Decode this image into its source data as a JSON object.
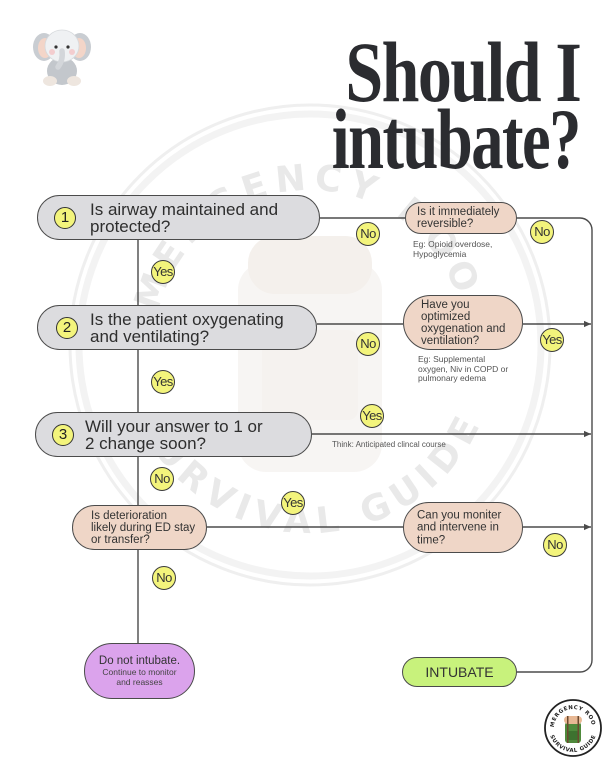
{
  "title": {
    "line1": "Should I",
    "line2": "intubate?"
  },
  "questions": [
    {
      "number": "1",
      "lines": [
        "Is airway maintained and",
        "protected?"
      ]
    },
    {
      "number": "2",
      "lines": [
        "Is the patient oxygenating",
        "and ventilating?"
      ]
    },
    {
      "number": "3",
      "lines": [
        "Will your answer to 1 or",
        "2 change soon?"
      ]
    }
  ],
  "decisions": {
    "reversible": {
      "lines": [
        "Is it immediately",
        "reversible?"
      ],
      "note": [
        "Eg: Opioid overdose,",
        "Hypoglycemia"
      ]
    },
    "optimized": {
      "lines": [
        "Have you",
        "optimized",
        "oxygenation and",
        "ventilation?"
      ],
      "note": [
        "Eg: Supplemental",
        "oxygen, Niv in COPD or",
        "pulmonary edema"
      ]
    },
    "deterioration": {
      "lines": [
        "Is deterioration",
        "likely during ED stay",
        "or transfer?"
      ]
    },
    "monitor": {
      "lines": [
        "Can you moniter",
        "and intervene in",
        "time?"
      ]
    }
  },
  "q3_note": "Think: Anticipated clincal course",
  "badges": {
    "q1_yes": "Yes",
    "q2_yes": "Yes",
    "q3_no": "No",
    "deterioration_no": "No",
    "q1_no": "No",
    "reversible_no": "No",
    "q2_no": "No",
    "optimized_yes": "Yes",
    "q3_yes": "Yes",
    "deterioration_yes": "Yes",
    "monitor_no": "No"
  },
  "outcomes": {
    "do_not_intubate": {
      "title": "Do not intubate.",
      "subtitle_lines": [
        "Continue to monitor",
        "and reasses"
      ]
    },
    "intubate": {
      "label": "INTUBATE"
    }
  },
  "watermark": {
    "top_text": "EMERGENCY ROOM",
    "bottom_text": "SURVIVAL GUIDE"
  },
  "logo": {
    "top_text": "EMERGENCY ROOM",
    "bottom_text": "SURVIVAL GUIDE"
  },
  "icons": {
    "mascot": "elephant-icon",
    "logo_center": "backpack-icon"
  },
  "colors": {
    "question_fill": "#dcdcdf",
    "decision_fill": "#efd6c7",
    "badge_fill": "#f3f47c",
    "do_not_intubate_fill": "#dba3ec",
    "intubate_fill": "#c8f27c",
    "line": "#4b4b4b",
    "title": "#2b2c30",
    "note_text": "#555555",
    "watermark": "#e9e9e9"
  }
}
